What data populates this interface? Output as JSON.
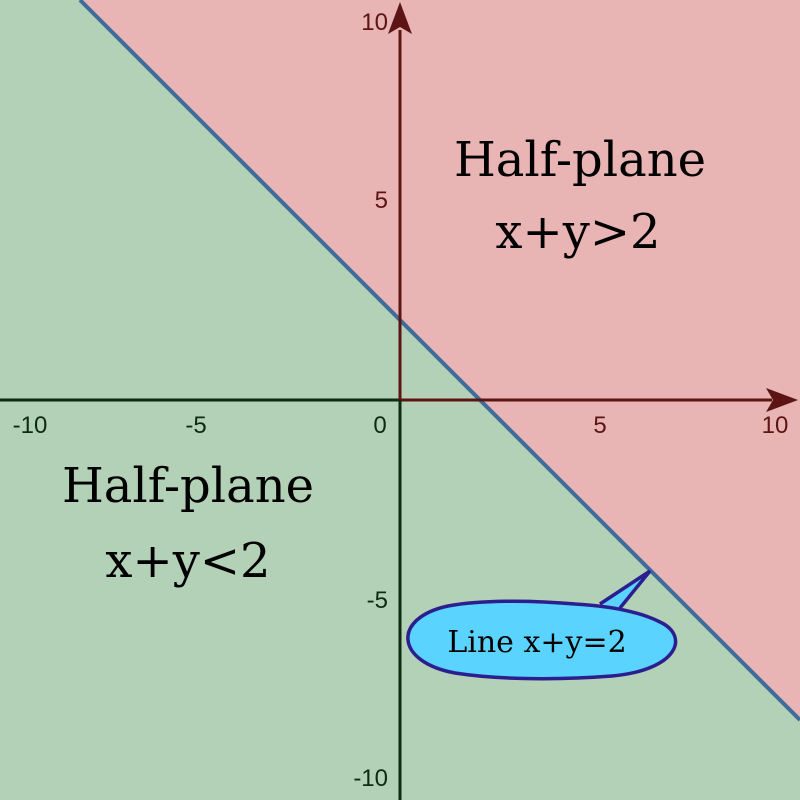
{
  "colors": {
    "upper_region": "#e8b4b4",
    "lower_region": "#b2d1b6",
    "boundary_line": "#3e6d9b",
    "axis_upper": "#5c1414",
    "axis_lower": "#0f2a12",
    "callout_fill": "#5ad3ff",
    "callout_stroke": "#2b1f8f"
  },
  "axes": {
    "xlim": [
      -10,
      10
    ],
    "ylim": [
      -10,
      10
    ],
    "x_ticks": [
      "-10",
      "-5",
      "5",
      "10"
    ],
    "y_ticks": [
      "10",
      "5",
      "-5",
      "-10"
    ],
    "origin_label": "0"
  },
  "boundary": {
    "equation": "x+y=2",
    "slope": -1,
    "intercept": 2
  },
  "regions": {
    "upper": {
      "line1": "Half-plane",
      "line2": "x+y>2"
    },
    "lower": {
      "line1": "Half-plane",
      "line2": "x+y<2"
    }
  },
  "callout": {
    "label": "Line x+y=2"
  }
}
